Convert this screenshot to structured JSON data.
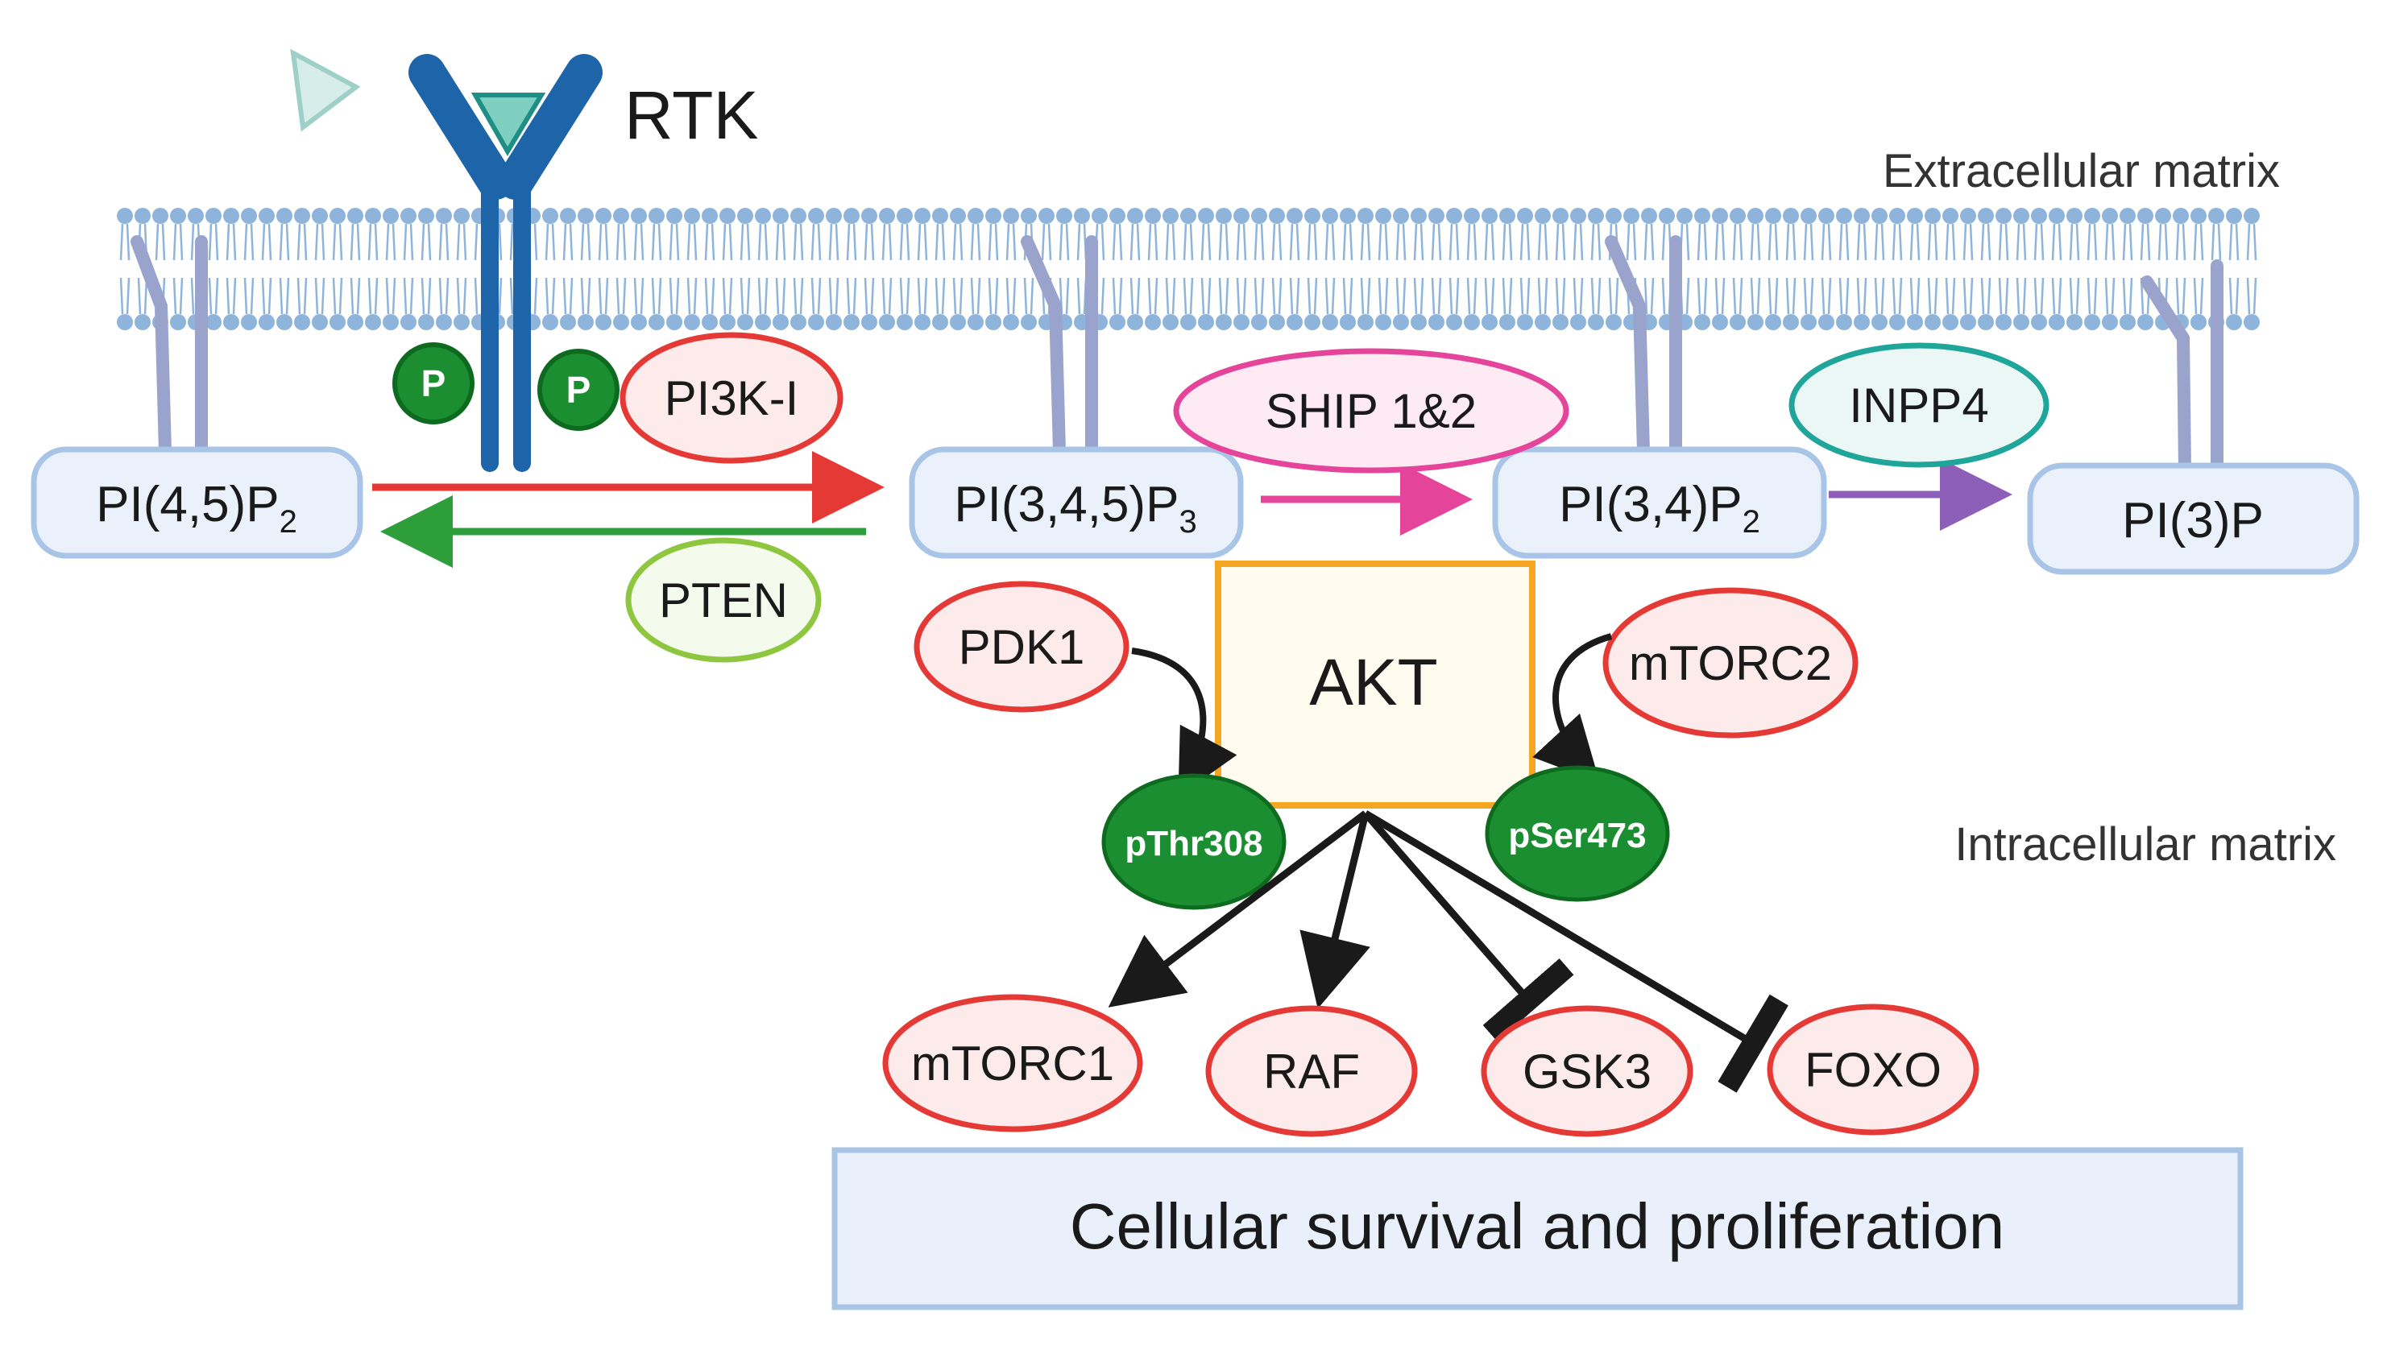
{
  "receptor": {
    "label": "RTK"
  },
  "regions": {
    "extracellular": "Extracellular matrix",
    "intracellular": "Intracellular matrix"
  },
  "phosphates": {
    "p1": "P",
    "p2": "P"
  },
  "lipids": {
    "pi45p2": {
      "base": "PI(4,5)P",
      "sub": "2"
    },
    "pi345p3": {
      "base": "PI(3,4,5)P",
      "sub": "3"
    },
    "pi34p2": {
      "base": "PI(3,4)P",
      "sub": "2"
    },
    "pi3p": {
      "base": "PI(3)P",
      "sub": ""
    }
  },
  "enzymes": {
    "pi3k": "PI3K-I",
    "pten": "PTEN",
    "ship": "SHIP 1&2",
    "inpp4": "INPP4",
    "pdk1": "PDK1",
    "mtorc2": "mTORC2"
  },
  "akt": {
    "label": "AKT",
    "thr": "pThr308",
    "ser": "pSer473"
  },
  "targets": {
    "mtorc1": "mTORC1",
    "raf": "RAF",
    "gsk3": "GSK3",
    "foxo": "FOXO"
  },
  "outcome": "Cellular survival and proliferation",
  "colors": {
    "membrane": "#8fb4dc",
    "receptor": "#1d64a8",
    "lipid_fill": "#eaf1fb",
    "lipid_stroke": "#a8c4e6",
    "red": "#e53935",
    "red_fill": "#fdeaea",
    "green": "#2e9e3a",
    "pink": "#e5449b",
    "purple": "#8e5fb8",
    "teal": "#1fa59a",
    "akt_stroke": "#f5a623",
    "akt_fill": "#fffbee",
    "phospho": "#1a8e30",
    "outcome_fill": "#e9f0fb",
    "outcome_stroke": "#a8c4e6"
  }
}
